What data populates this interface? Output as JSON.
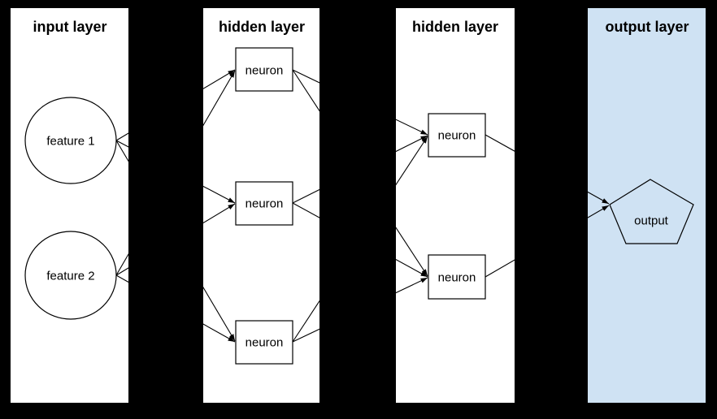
{
  "diagram_type": "neural-network",
  "colors": {
    "background": "#000000",
    "panel_fill": "#ffffff",
    "output_panel_fill": "#cfe2f3",
    "stroke": "#000000",
    "text": "#000000"
  },
  "layers": [
    {
      "id": "input",
      "title": "input layer",
      "nodes": [
        {
          "id": "feature-1",
          "label": "feature 1",
          "shape": "circle"
        },
        {
          "id": "feature-2",
          "label": "feature 2",
          "shape": "circle"
        }
      ]
    },
    {
      "id": "hidden-1",
      "title": "hidden layer",
      "nodes": [
        {
          "id": "h1-n1",
          "label": "neuron",
          "shape": "rect"
        },
        {
          "id": "h1-n2",
          "label": "neuron",
          "shape": "rect"
        },
        {
          "id": "h1-n3",
          "label": "neuron",
          "shape": "rect"
        }
      ]
    },
    {
      "id": "hidden-2",
      "title": "hidden layer",
      "nodes": [
        {
          "id": "h2-n1",
          "label": "neuron",
          "shape": "rect"
        },
        {
          "id": "h2-n2",
          "label": "neuron",
          "shape": "rect"
        }
      ]
    },
    {
      "id": "output",
      "title": "output layer",
      "nodes": [
        {
          "id": "out",
          "label": "output",
          "shape": "pentagon"
        }
      ]
    }
  ],
  "edges": [
    {
      "from": "feature-1",
      "to": "h1-n1"
    },
    {
      "from": "feature-1",
      "to": "h1-n2"
    },
    {
      "from": "feature-1",
      "to": "h1-n3"
    },
    {
      "from": "feature-2",
      "to": "h1-n1"
    },
    {
      "from": "feature-2",
      "to": "h1-n2"
    },
    {
      "from": "feature-2",
      "to": "h1-n3"
    },
    {
      "from": "h1-n1",
      "to": "h2-n1"
    },
    {
      "from": "h1-n1",
      "to": "h2-n2"
    },
    {
      "from": "h1-n2",
      "to": "h2-n1"
    },
    {
      "from": "h1-n2",
      "to": "h2-n2"
    },
    {
      "from": "h1-n3",
      "to": "h2-n1"
    },
    {
      "from": "h1-n3",
      "to": "h2-n2"
    },
    {
      "from": "h2-n1",
      "to": "out"
    },
    {
      "from": "h2-n2",
      "to": "out"
    }
  ]
}
